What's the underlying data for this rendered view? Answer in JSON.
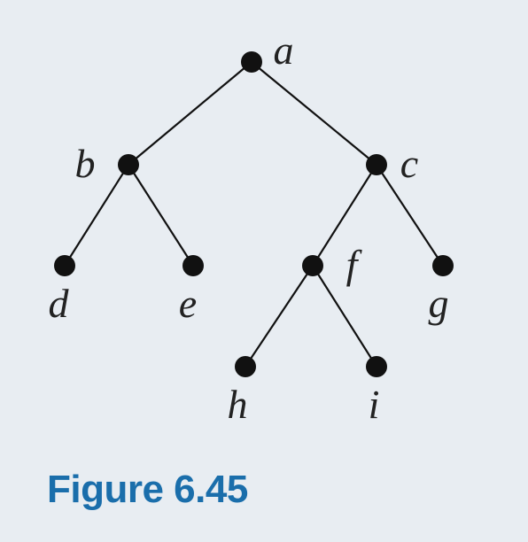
{
  "figure": {
    "caption": "Figure 6.45",
    "caption_color": "#1a6eab",
    "background": "#e8edf2"
  },
  "tree": {
    "nodes": [
      {
        "id": "a",
        "label": "a"
      },
      {
        "id": "b",
        "label": "b"
      },
      {
        "id": "c",
        "label": "c"
      },
      {
        "id": "d",
        "label": "d"
      },
      {
        "id": "e",
        "label": "e"
      },
      {
        "id": "f",
        "label": "f"
      },
      {
        "id": "g",
        "label": "g"
      },
      {
        "id": "h",
        "label": "h"
      },
      {
        "id": "i",
        "label": "i"
      }
    ],
    "edges": [
      {
        "from": "a",
        "to": "b"
      },
      {
        "from": "a",
        "to": "c"
      },
      {
        "from": "b",
        "to": "d"
      },
      {
        "from": "b",
        "to": "e"
      },
      {
        "from": "c",
        "to": "f"
      },
      {
        "from": "c",
        "to": "g"
      },
      {
        "from": "f",
        "to": "h"
      },
      {
        "from": "f",
        "to": "i"
      }
    ]
  }
}
